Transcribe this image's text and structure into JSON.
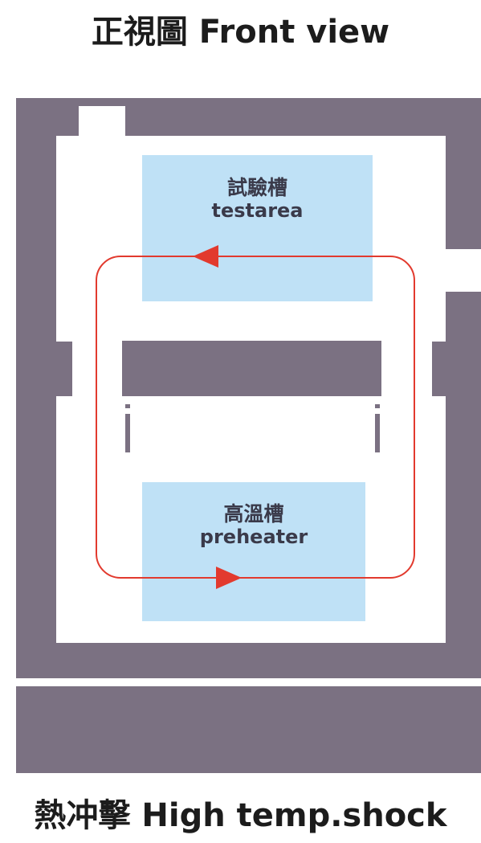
{
  "header": {
    "title": "正視圖 Front view"
  },
  "footer": {
    "caption": "熱冲擊 High temp.shock"
  },
  "chambers": {
    "test_area": {
      "label_zh": "試驗槽",
      "label_en": "testarea"
    },
    "preheater": {
      "label_zh": "高溫槽",
      "label_en": "preheater"
    }
  },
  "colors": {
    "housing": "#7b7182",
    "interior": "#ffffff",
    "chamber": "#bfe1f6",
    "airflow": "#e23a2e"
  },
  "airflow": {
    "direction": "clockwise"
  }
}
